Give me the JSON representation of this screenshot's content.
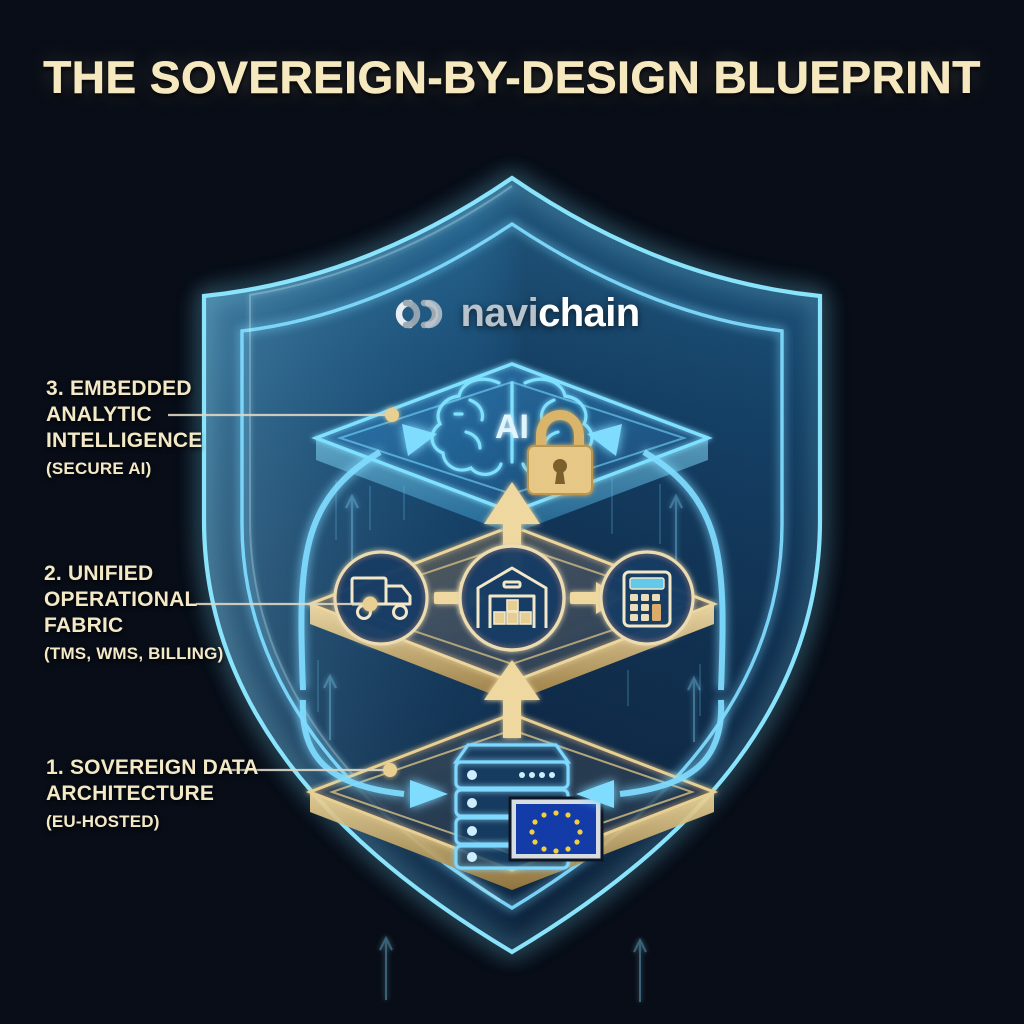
{
  "page": {
    "title": "THE SOVEREIGN-BY-DESIGN BLUEPRINT",
    "background_color": "#0a1220",
    "accent_gold": "#e8cf91",
    "accent_cyan": "#6fd8ff",
    "title_color": "#f6e8bf"
  },
  "brand": {
    "logo_icon": "chain-link-icon",
    "name_part1": "navi",
    "name_part2": "chain"
  },
  "shield": {
    "name": "security-shield",
    "stroke_color": "#7fe0ff",
    "fill_color": "#2a83c4"
  },
  "callouts": [
    {
      "id": "callout-1",
      "number": "1.",
      "line1": "1. SOVEREIGN DATA",
      "line2": "ARCHITECTURE",
      "sub": "(EU-HOSTED)"
    },
    {
      "id": "callout-2",
      "number": "2.",
      "line1": "2. UNIFIED",
      "line2": "OPERATIONAL",
      "line3": "FABRIC",
      "sub": "(TMS, WMS, BILLING)"
    },
    {
      "id": "callout-3",
      "number": "3.",
      "line1": "3. EMBEDDED",
      "line2": "ANALYTIC",
      "line3": "INTELLIGENCE",
      "sub": "(SECURE AI)"
    }
  ],
  "layers": [
    {
      "index": 1,
      "name": "sovereign-data-layer",
      "label": "SOVEREIGN DATA ARCHITECTURE",
      "color": "#e8cf91",
      "icons": [
        "server-stack-icon",
        "eu-flag-icon"
      ]
    },
    {
      "index": 2,
      "name": "operational-fabric-layer",
      "label": "UNIFIED OPERATIONAL FABRIC",
      "color": "#e8cf91",
      "icons": [
        "truck-icon",
        "warehouse-icon",
        "calculator-icon"
      ],
      "icon_labels": [
        "TMS",
        "WMS",
        "BILLING"
      ]
    },
    {
      "index": 3,
      "name": "analytic-intelligence-layer",
      "label": "EMBEDDED ANALYTIC INTELLIGENCE",
      "color": "#6fd8ff",
      "icons": [
        "brain-icon",
        "padlock-icon"
      ],
      "badge_text": "AI"
    }
  ],
  "ai_badge": {
    "text": "AI"
  }
}
